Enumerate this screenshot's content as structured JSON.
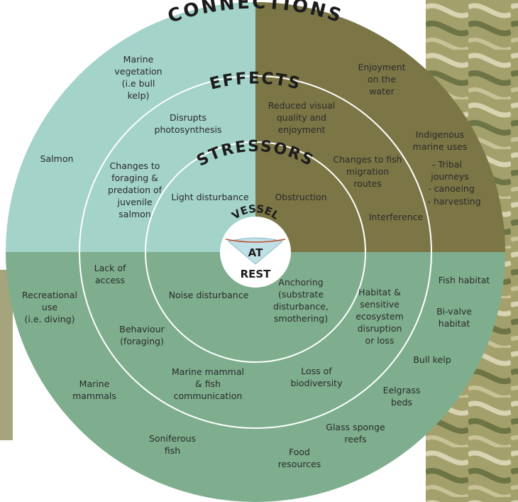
{
  "title": "CONNECTIONS",
  "ring_effects": "EFFECTS",
  "ring_stressors": "STRESSORS",
  "center": {
    "top": "VESSEL",
    "middle": "AT",
    "bottom": "REST"
  },
  "colors": {
    "teal": "#a3d3c9",
    "olive": "#7c7545",
    "green": "#7eae8e",
    "ring_line": "#ffffff",
    "braid": "#8a8f5a"
  },
  "labels": {
    "marine_vegetation": "Marine vegetation (i.e bull kelp)",
    "salmon": "Salmon",
    "disrupts_photosynthesis": "Disrupts photosynthesis",
    "changes_foraging": "Changes to foraging & predation of juvenile salmon",
    "light_disturbance": "Light disturbance",
    "enjoyment_water": "Enjoyment on the water",
    "reduced_visual": "Reduced visual quality and enjoyment",
    "indigenous_uses": "Indigenous marine uses",
    "tribal_journeys": "- Tribal journeys",
    "canoeing": "- canoeing",
    "harvesting": "- harvesting",
    "changes_fish_migration": "Changes to fish migration routes",
    "obstruction": "Obstruction",
    "interference": "Interference",
    "lack_access": "Lack of access",
    "recreational_use": "Recreational use (i.e. diving)",
    "behaviour": "Behaviour (foraging)",
    "noise_disturbance": "Noise disturbance",
    "marine_mammals": "Marine mammals",
    "mammal_fish_comm": "Marine mammal & fish communication",
    "soniferous_fish": "Soniferous fish",
    "anchoring": "Anchoring (substrate disturbance, smothering)",
    "habitat_sensitive": "Habitat & sensitive ecosystem disruption or loss",
    "fish_habitat": "Fish habitat",
    "bivalve_habitat": "Bi-valve habitat",
    "bull_kelp": "Bull kelp",
    "loss_biodiversity": "Loss of biodiversity",
    "eelgrass_beds": "Eelgrass beds",
    "glass_sponge": "Glass sponge reefs",
    "food_resources": "Food resources"
  }
}
